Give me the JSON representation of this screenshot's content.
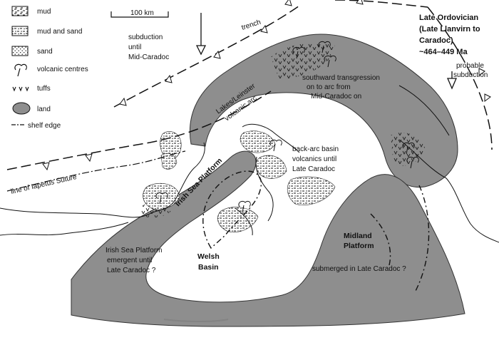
{
  "legend": {
    "mud": "mud",
    "mud_and_sand": "mud and sand",
    "sand": "sand",
    "volcanic_centres": "volcanic centres",
    "tuffs": "tuffs",
    "land": "land",
    "shelf_edge": "shelf edge"
  },
  "scale_bar": "100 km",
  "title": {
    "line1": "Late Ordovician",
    "line2": "(Late Llanvirn to",
    "line3": "Caradoc)",
    "line4": "~464–449 Ma"
  },
  "labels": {
    "trench": "trench",
    "subduction": [
      "subduction",
      "until",
      "Mid-Caradoc"
    ],
    "probable_subduction": [
      "probable",
      "subduction"
    ],
    "southward_transgression": [
      "southward transgression",
      "on to arc from",
      "Mid-Caradoc on"
    ],
    "volcanic_arc": [
      "Lakes/Leinster",
      "volcanic arc"
    ],
    "back_arc": [
      "back-arc basin",
      "volcanics until",
      "Late Caradoc"
    ],
    "iapetus": "line of Iapetus Suture",
    "irish_sea_platform": "Irish Sea Platform",
    "irish_sea_emergent": [
      "Irish Sea Platform",
      "emergent until",
      "Late Caradoc ?"
    ],
    "welsh_basin": [
      "Welsh",
      "Basin"
    ],
    "midland_platform": [
      "Midland",
      "Platform"
    ],
    "midland_submerged": "submerged in Late Caradoc ?"
  },
  "colors": {
    "land": "#8c8c8c",
    "land_dark": "#6e6e6e",
    "ink": "#111111",
    "background": "#ffffff"
  }
}
